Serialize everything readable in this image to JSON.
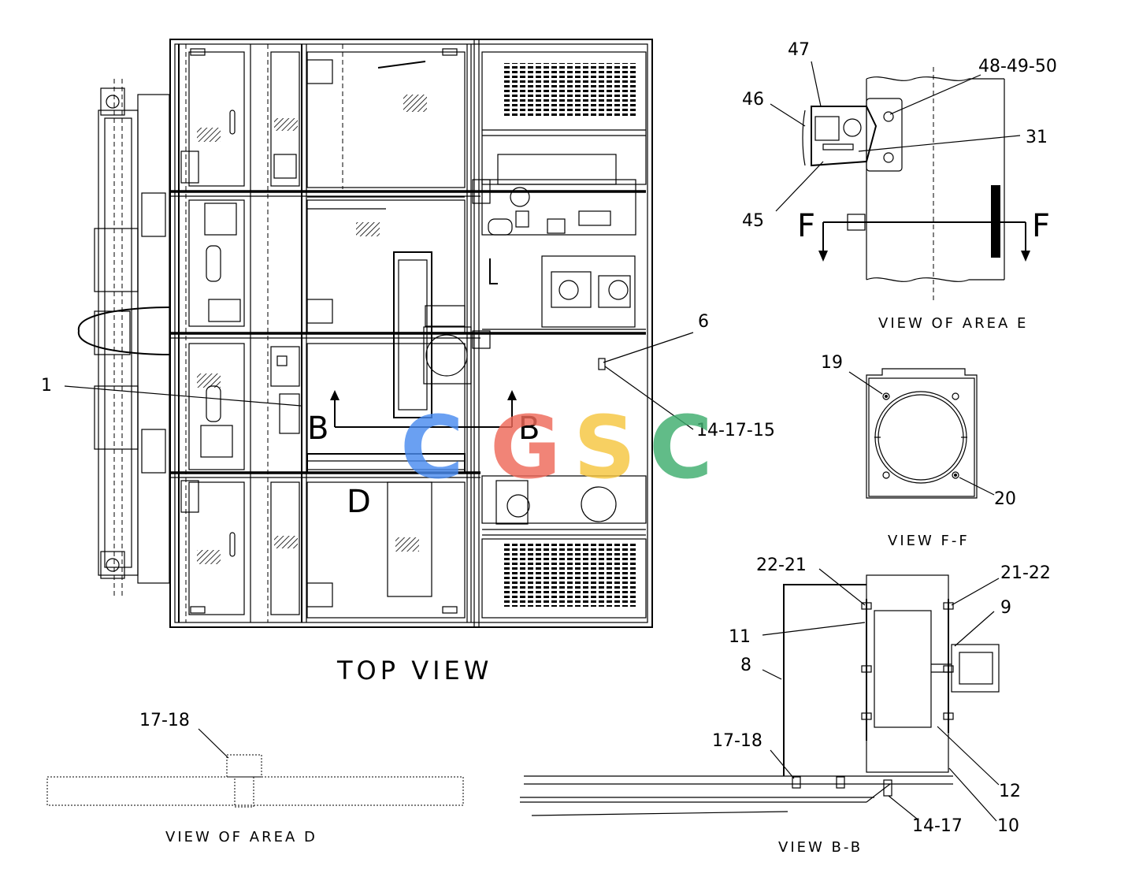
{
  "views": {
    "top_view": "TOP VIEW",
    "area_e": "VIEW OF AREA E",
    "f_f": "VIEW F-F",
    "area_d": "VIEW OF AREA D",
    "b_b": "VIEW B-B"
  },
  "section_marks": {
    "b_left": "B",
    "b_right": "B",
    "d_area": "D",
    "f_left": "F",
    "f_right": "F"
  },
  "callouts": {
    "c1": "1",
    "c6": "6",
    "c14_17_15": "14-17-15",
    "c47": "47",
    "c46": "46",
    "c48_49_50": "48-49-50",
    "c31": "31",
    "c45": "45",
    "c19": "19",
    "c20": "20",
    "c22_21": "22-21",
    "c21_22": "21-22",
    "c9": "9",
    "c11": "11",
    "c8": "8",
    "c17_18_b": "17-18",
    "c12": "12",
    "c14_17": "14-17",
    "c10": "10",
    "c17_18_d": "17-18"
  },
  "watermark": {
    "letters": [
      "C",
      "G",
      "S",
      "C"
    ],
    "colors": [
      "#4a8cf0",
      "#ef6a5a",
      "#f6c640",
      "#3fae6f"
    ]
  }
}
